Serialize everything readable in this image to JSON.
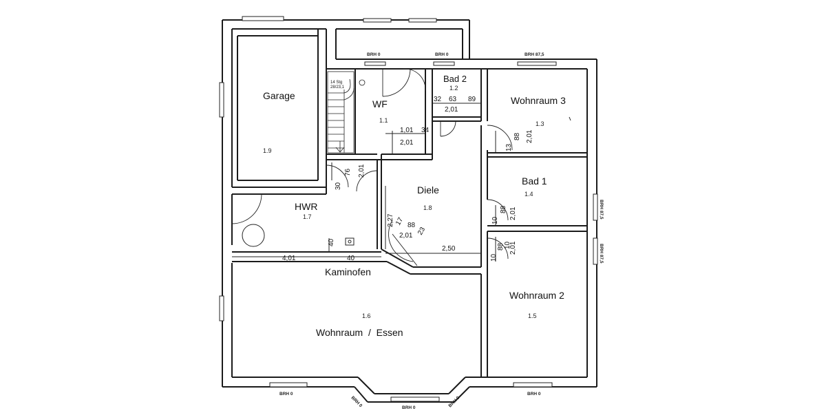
{
  "rooms": {
    "garage": {
      "name": "Garage",
      "num": "1.9"
    },
    "wf": {
      "name": "WF",
      "num": "1.1"
    },
    "bad2": {
      "name": "Bad 2",
      "num": "1.2"
    },
    "wohnraum3": {
      "name": "Wohnraum 3",
      "num": "1.3"
    },
    "bad1": {
      "name": "Bad 1",
      "num": "1.4"
    },
    "diele": {
      "name": "Diele",
      "num": "1.8"
    },
    "hwr": {
      "name": "HWR",
      "num": "1.7"
    },
    "kaminofen": {
      "name": "Kaminofen"
    },
    "wohnen": {
      "name": "Wohnraum  /  Essen",
      "num": "1.6"
    },
    "wohnraum2": {
      "name": "Wohnraum 2",
      "num": "1.5"
    }
  },
  "dimensions": {
    "d_wf_101": "1,01",
    "d_wf_34": "34",
    "d_wf_201": "2,01",
    "d_bad2_32": "32",
    "d_bad2_63": "63",
    "d_bad2_89": "89",
    "d_bad2_201": "2,01",
    "d_w3_885": "88",
    "d_w3_201": "2,01",
    "d_w3_13": "13",
    "d_hwr_30": "30",
    "d_hwr_76": "76",
    "d_hwr_201": "2,01",
    "d_hwr_40": "40",
    "d_kam_4015": "4,01",
    "d_kam_40": "40",
    "d_diele_227": "2,27",
    "d_diele_175": "17",
    "d_diele_885": "88",
    "d_diele_23": "23",
    "d_diele_201": "2,01",
    "d_diele_250": "2,50",
    "d_bad1_10": "10",
    "d_bad1_88": "88",
    "d_bad1_201": "2,01",
    "d_w2_10": "10",
    "d_w2_88": "88",
    "d_w2_201": "2,01",
    "d_w2_10b": "10",
    "stair_steps": "14 Stg",
    "stair_ratio": "28/23,1"
  },
  "window_labels": {
    "brh_top_1": "BRH 0",
    "brh_top_2": "BRH 0",
    "brh_top_3": "BRH 87,5",
    "brh_right_1": "BRH 87,5",
    "brh_right_2": "BRH 87,5",
    "brh_bottom_1": "BRH 0",
    "brh_bottom_2": "BRH 0",
    "brh_bottom_3": "BRH 0",
    "brh_bottom_4": "BRH 0",
    "brh_bottom_5": "BRH 0"
  }
}
